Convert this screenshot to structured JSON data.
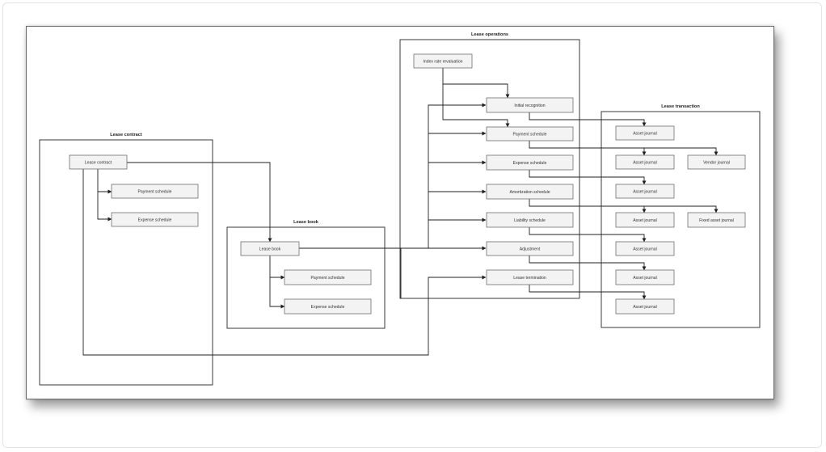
{
  "groups": {
    "contract": {
      "title": "Lease contract"
    },
    "book": {
      "title": "Lease book"
    },
    "operations": {
      "title": "Lease operations"
    },
    "transaction": {
      "title": "Lease transaction"
    }
  },
  "boxes": {
    "contract": {
      "lease_contract": "Lease contract",
      "payment_schedule": "Payment schedule",
      "expense_schedule": "Expense schedule"
    },
    "book": {
      "lease_book": "Lease book",
      "payment_schedule": "Payment schedule",
      "expense_schedule": "Expense schedule"
    },
    "operations": {
      "index_rate_revaluation": "Index rate revaluation",
      "initial_recognition": "Initial recognition",
      "payment_schedule": "Payment schedule",
      "expense_schedule": "Expense schedule",
      "amortization_schedule": "Amortization schedule",
      "liability_schedule": "Liability schedule",
      "adjustment": "Adjustment",
      "lease_termination": "Lease termination"
    },
    "transaction": {
      "asset_journal_1": "Asset journal",
      "asset_journal_2": "Asset journal",
      "asset_journal_3": "Asset journal",
      "asset_journal_4": "Asset journal",
      "asset_journal_5": "Asset journal",
      "asset_journal_6": "Asset journal",
      "asset_journal_7": "Asset journal",
      "vendor_journal": "Vendor journal",
      "fixed_asset_journal": "Fixed asset journal"
    }
  },
  "colors": {
    "box_fill": "#f3f3f3",
    "box_stroke": "#6e6e6e",
    "frame_stroke": "#3a3a3a",
    "connector": "#1f1f1f"
  }
}
